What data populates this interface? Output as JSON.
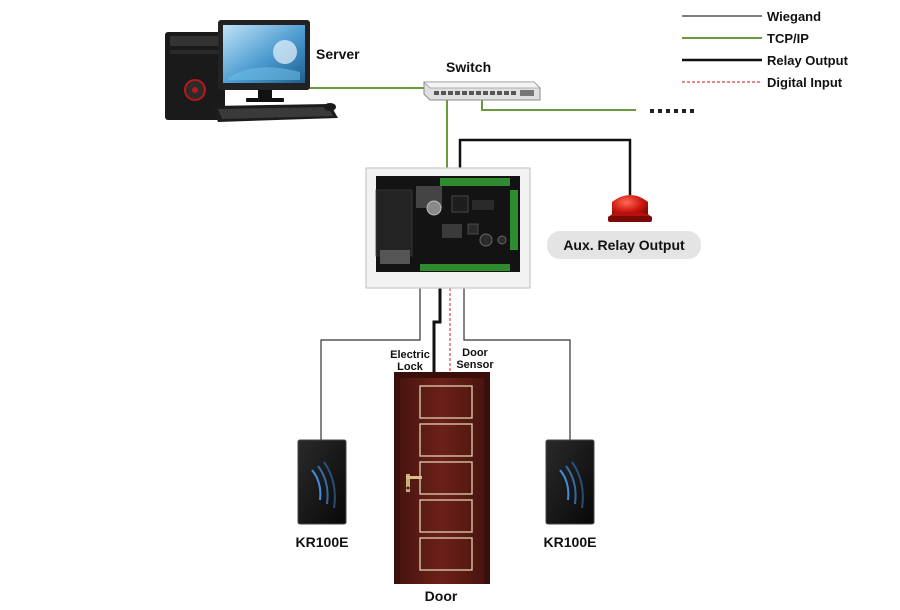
{
  "legend": {
    "items": [
      {
        "label": "Wiegand",
        "style": "wiegand"
      },
      {
        "label": "TCP/IP",
        "style": "tcpip"
      },
      {
        "label": "Relay Output",
        "style": "relay"
      },
      {
        "label": "Digital Input",
        "style": "digital"
      }
    ]
  },
  "colors": {
    "wiegand": "#333333",
    "tcpip": "#6a9a3c",
    "relay": "#111111",
    "digital": "#d94040"
  },
  "labels": {
    "server": "Server",
    "switch": "Switch",
    "aux_relay": "Aux. Relay Output",
    "electric_lock_line1": "Electric",
    "electric_lock_line2": "Lock",
    "door_sensor_line1": "Door",
    "door_sensor_line2": "Sensor",
    "reader_left": "KR100E",
    "reader_right": "KR100E",
    "door": "Door"
  },
  "icons": {
    "server": "desktop-computer-icon",
    "switch": "network-switch-icon",
    "controller": "access-control-board-icon",
    "alarm": "alarm-light-icon",
    "reader": "card-reader-icon",
    "door": "wooden-door-icon"
  }
}
